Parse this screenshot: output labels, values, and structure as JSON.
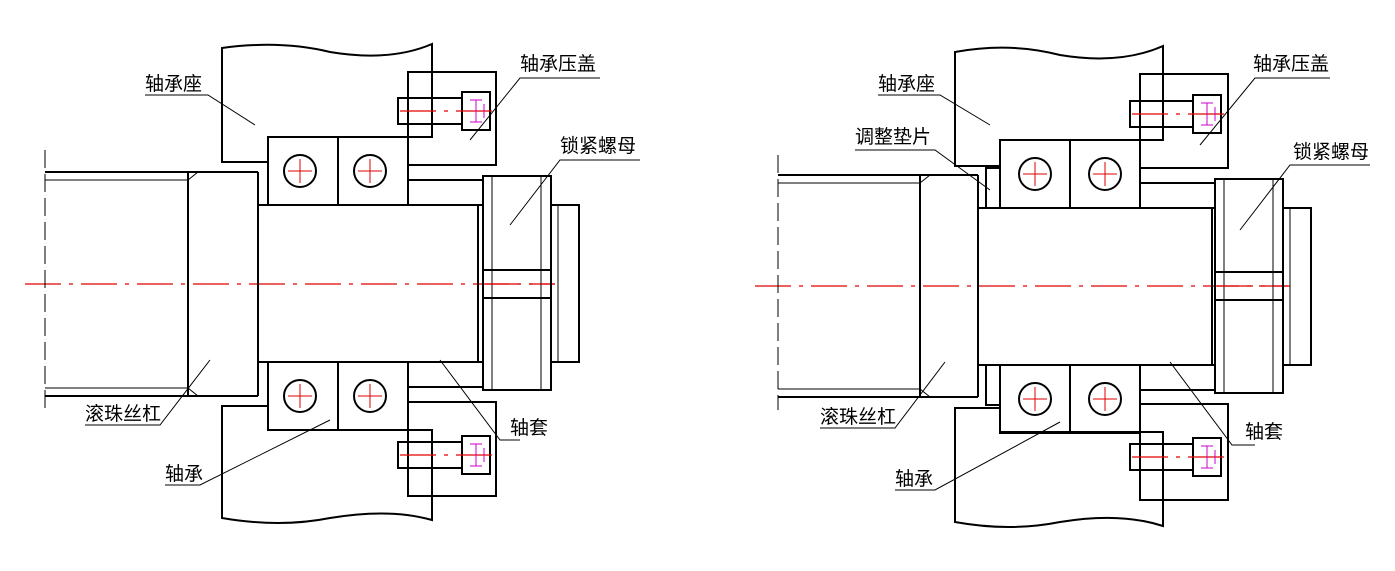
{
  "colors": {
    "line": "#000000",
    "center_line": "#e00000",
    "screw_marker": "#cc00cc",
    "background": "#ffffff"
  },
  "left": {
    "labels": {
      "bearing_seat": "轴承座",
      "bearing_cover": "轴承压盖",
      "lock_nut": "锁紧螺母",
      "ball_screw": "滚珠丝杠",
      "sleeve": "轴套",
      "bearing": "轴承"
    }
  },
  "right": {
    "labels": {
      "bearing_seat": "轴承座",
      "shim": "调整垫片",
      "bearing_cover": "轴承压盖",
      "lock_nut": "锁紧螺母",
      "ball_screw": "滚珠丝杠",
      "sleeve": "轴套",
      "bearing": "轴承"
    }
  }
}
